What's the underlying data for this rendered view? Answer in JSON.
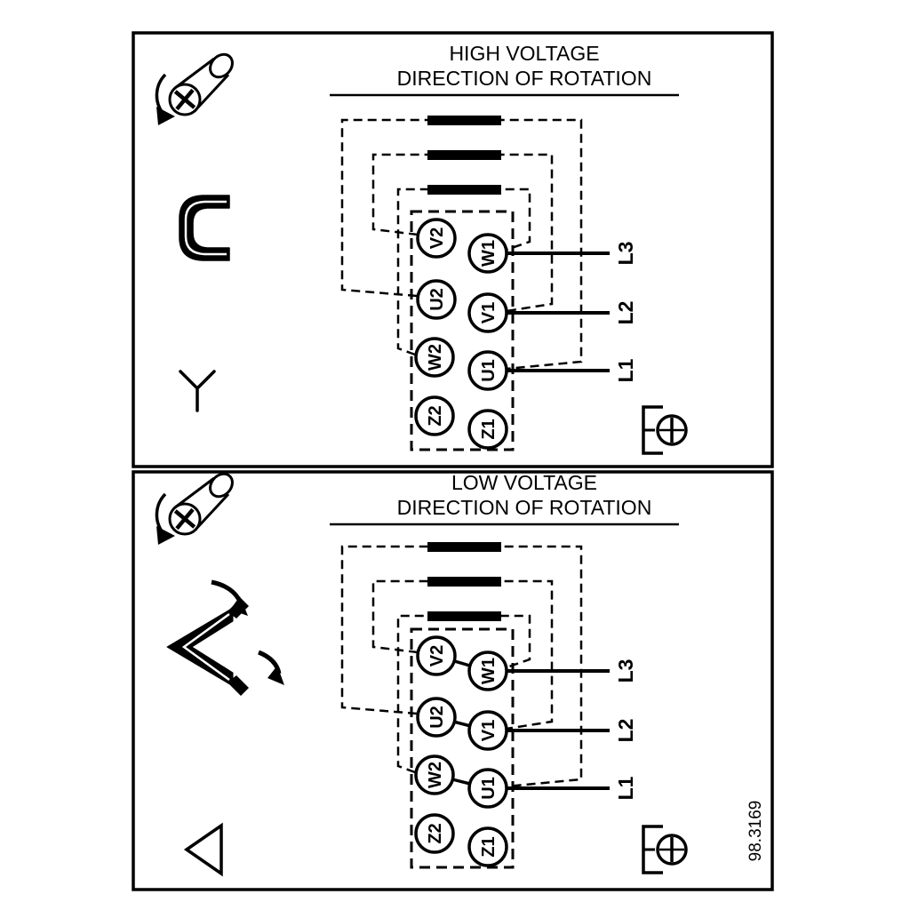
{
  "document": {
    "part_number": "98.3169",
    "background_color": "#ffffff",
    "line_color": "#000000"
  },
  "panels": [
    {
      "id": "high-voltage",
      "title_line1": "HIGH VOLTAGE",
      "title_line2": "DIRECTION OF ROTATION",
      "connection": "star",
      "terminals_left": [
        "V2",
        "U2",
        "W2",
        "Z2"
      ],
      "terminals_right": [
        "W1",
        "V1",
        "U1",
        "Z1"
      ],
      "line_labels": [
        "L3",
        "L2",
        "L1"
      ],
      "icons": [
        "screw-rotation-icon",
        "terminal-link-icon",
        "star-connection-icon",
        "terminal-screw-icon"
      ]
    },
    {
      "id": "low-voltage",
      "title_line1": "LOW VOLTAGE",
      "title_line2": "DIRECTION OF ROTATION",
      "connection": "delta",
      "terminals_left": [
        "V2",
        "U2",
        "W2",
        "Z2"
      ],
      "terminals_right": [
        "W1",
        "V1",
        "U1",
        "Z1"
      ],
      "line_labels": [
        "L3",
        "L2",
        "L1"
      ],
      "icons": [
        "screw-rotation-icon",
        "delta-links-icon",
        "delta-connection-icon",
        "terminal-screw-icon"
      ]
    }
  ]
}
